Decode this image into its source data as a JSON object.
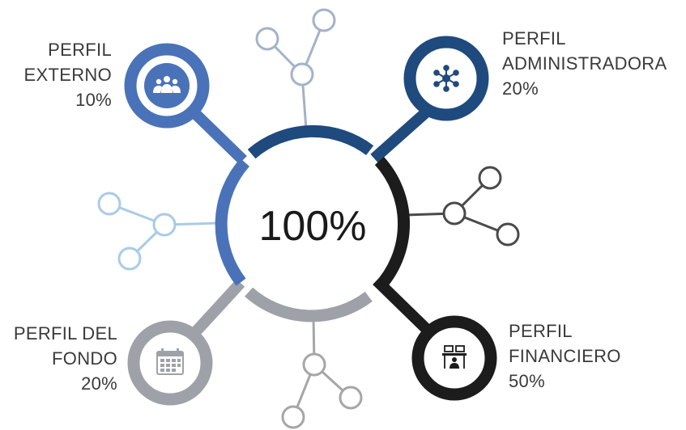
{
  "center": {
    "label": "100%"
  },
  "colors": {
    "externo": "#4a72b8",
    "administradora": "#1f4a7e",
    "financiero": "#1c1c1c",
    "fondo": "#9ea2a8",
    "light_blue_connector": "#a9cbe7",
    "steel_blue_connector": "#a3b3c8",
    "dark_connector": "#4a4a4a",
    "gray_connector": "#a6a6a6"
  },
  "segments": [
    {
      "id": "externo",
      "lines": [
        "PERFIL",
        "EXTERNO"
      ],
      "value": "10%",
      "icon": "group-icon"
    },
    {
      "id": "administradora",
      "lines": [
        "PERFIL",
        "ADMINISTRADORA"
      ],
      "value": "20%",
      "icon": "network-icon"
    },
    {
      "id": "financiero",
      "lines": [
        "PERFIL",
        "FINANCIERO"
      ],
      "value": "50%",
      "icon": "desk-workers-icon"
    },
    {
      "id": "fondo",
      "lines": [
        "PERFIL DEL",
        "FONDO"
      ],
      "value": "20%",
      "icon": "calendar-icon"
    }
  ]
}
